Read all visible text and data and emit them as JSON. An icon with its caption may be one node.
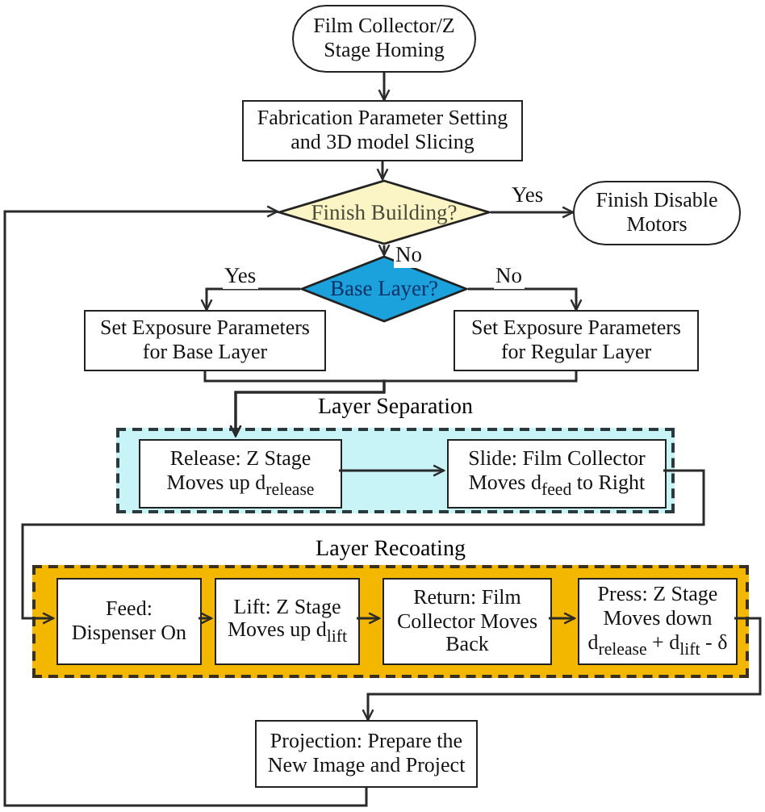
{
  "diagram": {
    "nodes": [
      {
        "text": [
          "Film Collector/Z Stage Homing"
        ]
      },
      {
        "text": [
          "Fabrication Parameter Setting and 3D model Slicing"
        ]
      },
      {
        "text": [
          "Finish Building?"
        ]
      },
      {
        "text": [
          "Finish Disable Motors"
        ]
      },
      {
        "text": [
          "Base Layer?"
        ]
      },
      {
        "text": [
          "Set Exposure Parameters for Base Layer"
        ]
      },
      {
        "text": [
          "Set Exposure Parameters for Regular  Layer"
        ]
      },
      {
        "text": [
          "Layer Separation"
        ]
      },
      {
        "text": [
          "Release: Z Stage Moves up d$_{release}$"
        ],
        "in": 7
      },
      {
        "text": [
          "Slide: Film Collector Moves d$_{feed}$ to Right"
        ],
        "in": 7
      },
      {
        "text": [
          "Layer Recoating"
        ]
      },
      {
        "text": [
          "Feed: Dispenser On"
        ],
        "in": 10
      },
      {
        "text": [
          "Lift: Z Stage Moves up d$_{lift}$"
        ],
        "in": 10
      },
      {
        "text": [
          "Return: Film Collector Moves Back"
        ],
        "in": 10
      },
      {
        "text": [
          "Press: Z Stage Moves down d$_{release}$ + d$_{lift}$ - δ"
        ],
        "in": 10
      },
      {
        "text": [
          "Projection: Prepare the New Image and Project"
        ]
      }
    ],
    "edges": [
      {
        "from": 0,
        "to": 1,
        "arrow": "to"
      },
      {
        "from": 1,
        "to": 2,
        "arrow": "to"
      },
      {
        "from": 2,
        "to": 3,
        "arrow": "to",
        "label": "Yes"
      },
      {
        "from": 2,
        "to": 4,
        "arrow": "to",
        "label": "No"
      },
      {
        "from": 4,
        "to": 5,
        "arrow": "to",
        "label": "Yes"
      },
      {
        "from": 4,
        "to": 6,
        "arrow": "to",
        "label": "No"
      },
      {
        "from": 5,
        "to": 8,
        "arrow": "to"
      },
      {
        "from": 6,
        "to": 8,
        "arrow": "to"
      },
      {
        "from": 8,
        "to": 9,
        "arrow": "to"
      },
      {
        "from": 9,
        "to": 11,
        "arrow": "to"
      },
      {
        "from": 11,
        "to": 12,
        "arrow": "to"
      },
      {
        "from": 12,
        "to": 13,
        "arrow": "to"
      },
      {
        "from": 13,
        "to": 14,
        "arrow": "to"
      },
      {
        "from": 14,
        "to": 15,
        "arrow": "to"
      },
      {
        "from": 15,
        "to": 2,
        "arrow": "to"
      }
    ]
  }
}
